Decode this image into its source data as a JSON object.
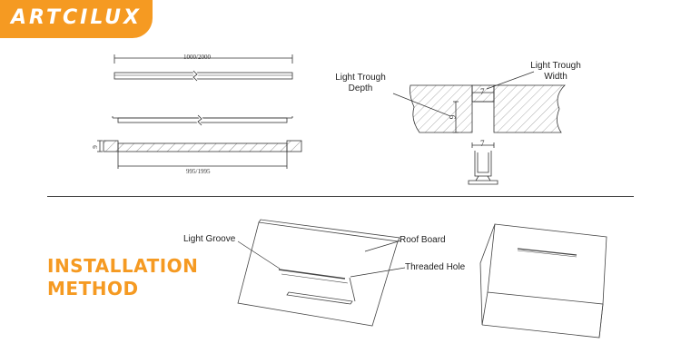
{
  "brand": {
    "logo_text": "ARTCILUX",
    "accent_color": "#f59a22"
  },
  "top_drawings": {
    "length_dimension": "1000/2000",
    "cut_length_dimension": "995/1995",
    "height_dimension": "9",
    "trough_depth_dimension": "9",
    "trough_width_dimension": "7",
    "profile_width_dimension": "7",
    "label_trough_depth": [
      "Light Trough",
      "Depth"
    ],
    "label_trough_width": [
      "Light Trough",
      "Width"
    ]
  },
  "installation": {
    "title_lines": [
      "INSTALLATION",
      "METHOD"
    ],
    "label_light_groove": "Light Groove",
    "label_roof_board": "Roof Board",
    "label_threaded_hole": "Threaded Hole"
  }
}
